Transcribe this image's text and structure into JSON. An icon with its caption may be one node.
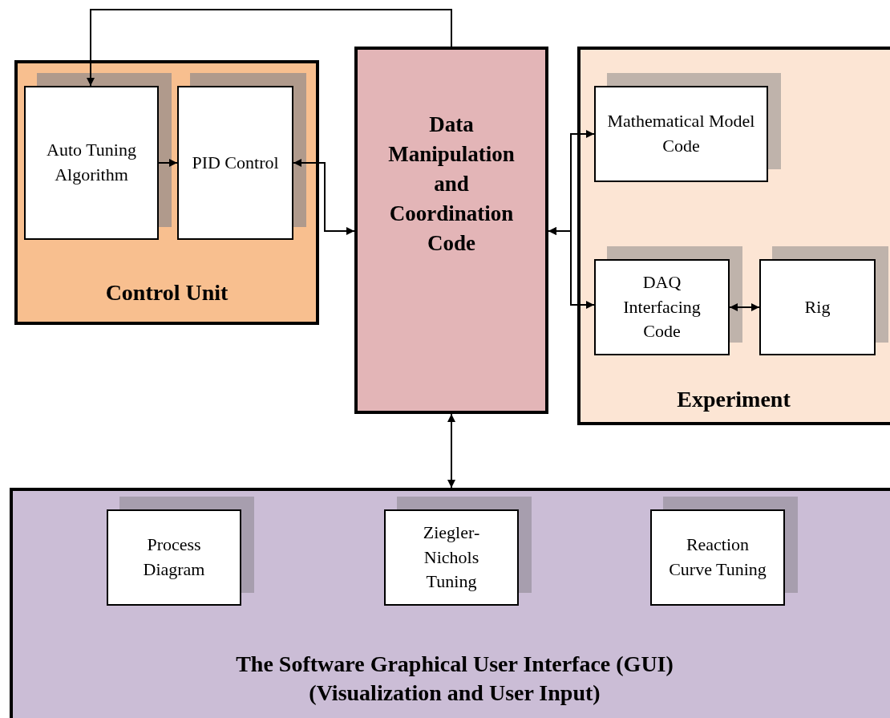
{
  "diagram": {
    "nodes": [
      {
        "text": [
          "Control Unit"
        ]
      },
      {
        "text": [
          "Auto Tuning Algorithm"
        ],
        "in": 0
      },
      {
        "text": [
          "PID Control"
        ],
        "in": 0
      },
      {
        "text": [
          "Data Manipulation and Coordination Code"
        ]
      },
      {
        "text": [
          "Experiment"
        ]
      },
      {
        "text": [
          "Mathematical Model Code"
        ],
        "in": 4
      },
      {
        "text": [
          "DAQ Interfacing Code"
        ],
        "in": 4
      },
      {
        "text": [
          "Rig"
        ],
        "in": 4
      },
      {
        "text": [
          "The Software Graphical User Interface (GUI)",
          "(Visualization and User Input)"
        ]
      },
      {
        "text": [
          "Process Diagram"
        ],
        "in": 8
      },
      {
        "text": [
          "Ziegler-Nichols Tuning"
        ],
        "in": 8
      },
      {
        "text": [
          "Reaction Curve Tuning"
        ],
        "in": 8
      }
    ],
    "edges": [
      {
        "from": 3,
        "to": 1,
        "arrow": "to"
      },
      {
        "from": 1,
        "to": 2,
        "arrow": "to"
      },
      {
        "from": 2,
        "to": 3,
        "arrow": "both"
      },
      {
        "from": 3,
        "to": 5,
        "arrow": "both"
      },
      {
        "from": 3,
        "to": 6,
        "arrow": "both"
      },
      {
        "from": 6,
        "to": 7,
        "arrow": "both"
      },
      {
        "from": 3,
        "to": 8,
        "arrow": "both"
      }
    ]
  }
}
